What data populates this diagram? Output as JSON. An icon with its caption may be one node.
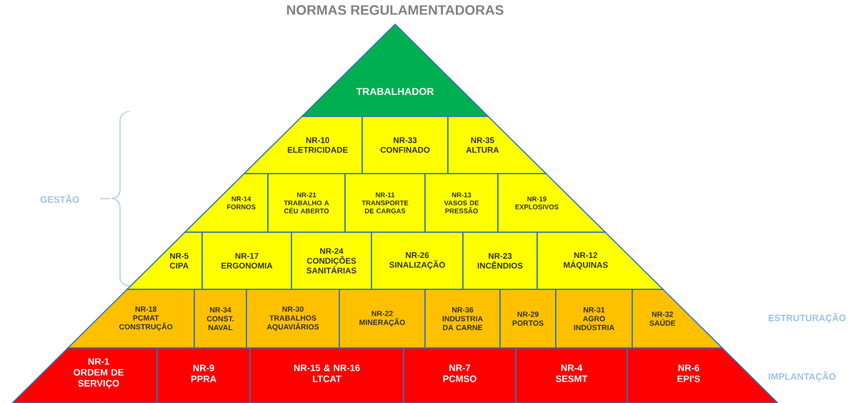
{
  "diagram": {
    "title": "NORMAS REGULAMENTADORAS",
    "nodes": [
      {
        "text": [
          "TRABALHADOR"
        ]
      },
      {
        "text": [
          "NR-10",
          "ELETRICIDADE"
        ]
      },
      {
        "text": [
          "NR-33",
          "CONFINADO"
        ]
      },
      {
        "text": [
          "NR-35",
          "ALTURA"
        ]
      },
      {
        "text": [
          "NR-14",
          "FORNOS"
        ]
      },
      {
        "text": [
          "NR-21",
          "TRABALHO A CÉU ABERTO"
        ]
      },
      {
        "text": [
          "NR-11",
          "TRANSPORTE DE CARGAS"
        ]
      },
      {
        "text": [
          "NR-13",
          "VASOS DE PRESSÃO"
        ]
      },
      {
        "text": [
          "NR-19",
          "EXPLOSIVOS"
        ]
      },
      {
        "text": [
          "NR-5",
          "CIPA"
        ]
      },
      {
        "text": [
          "NR-17",
          "ERGONOMIA"
        ]
      },
      {
        "text": [
          "NR-24",
          "CONDIÇÕES SANITÁRIAS"
        ]
      },
      {
        "text": [
          "NR-26",
          "SINALIZAÇÃO"
        ]
      },
      {
        "text": [
          "NR-23",
          "INCÊNDIOS"
        ]
      },
      {
        "text": [
          "NR-12",
          "MÁQUINAS"
        ]
      },
      {
        "text": [
          "NR-18",
          "PCMAT CONSTRUÇÃO"
        ]
      },
      {
        "text": [
          "NR-34",
          "CONST. NAVAL"
        ]
      },
      {
        "text": [
          "NR-30",
          "TRABALHOS AQUAVIÁRIOS"
        ]
      },
      {
        "text": [
          "NR-22",
          "MINERAÇÃO"
        ]
      },
      {
        "text": [
          "NR-36",
          "INDUSTRIA DA CARNE"
        ]
      },
      {
        "text": [
          "NR-29",
          "PORTOS"
        ]
      },
      {
        "text": [
          "NR-31",
          "AGRO INDÚSTRIA"
        ]
      },
      {
        "text": [
          "NR-32",
          "SAÚDE"
        ]
      },
      {
        "text": [
          "NR-1",
          "ORDEM DE SERVIÇO"
        ]
      },
      {
        "text": [
          "NR-9",
          "PPRA"
        ]
      },
      {
        "text": [
          "NR-15 & NR-16",
          "LTCAT"
        ]
      },
      {
        "text": [
          "NR-7",
          "PCMSO"
        ]
      },
      {
        "text": [
          "NR-4",
          "SESMT"
        ]
      },
      {
        "text": [
          "NR-6",
          "EPI'S"
        ]
      }
    ],
    "labels": [
      "GESTÃO",
      "ESTRUTURAÇÃO",
      "IMPLANTAÇÃO"
    ]
  }
}
